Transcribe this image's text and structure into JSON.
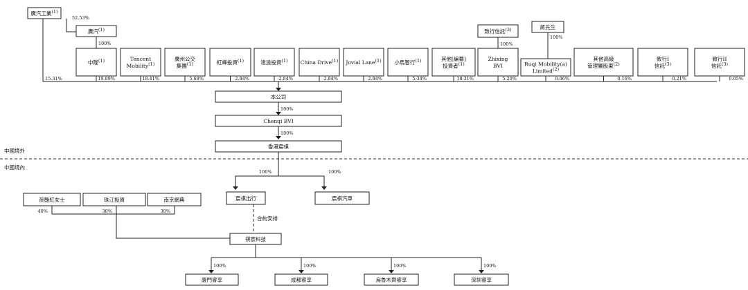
{
  "shareholders": {
    "gac_industrial": "廣汽工業",
    "gac_industrial_note": "(1)",
    "gac": "廣汽",
    "gac_note": "(1)",
    "jiang": "蔣先生",
    "zhixing_trust_parent": "致行信託",
    "zhixing_trust_parent_note": "(3)"
  },
  "top_percents": {
    "gac_industrial_to_gac": "52.53%",
    "gac_to_zhonglong": "100%",
    "trust_to_zhixing_bvi": "100%",
    "jiang_to_ruqi": "100%"
  },
  "row_entities": [
    {
      "key": "zhonglong",
      "line1": "中隆",
      "note": "(1)",
      "percent": "19.89%"
    },
    {
      "key": "tencent",
      "line1": "Tencent",
      "line2": "Mobility",
      "note": "(1)",
      "percent": "18.41%"
    },
    {
      "key": "gz_transport",
      "line1": "廣州公交",
      "line2": "集團",
      "note": "(1)",
      "percent": "5.68%"
    },
    {
      "key": "hongfeng",
      "line1": "紅峰投資",
      "note": "(1)",
      "percent": "2.84%"
    },
    {
      "key": "dayuan",
      "line1": "達遠投資",
      "note": "(1)",
      "percent": "2.84%"
    },
    {
      "key": "china_drive",
      "line1": "China Drive",
      "note": "(1)",
      "percent": "2.84%"
    },
    {
      "key": "jovial_lane",
      "line1": "Jovial Lane",
      "note": "(1)",
      "percent": "2.84%"
    },
    {
      "key": "xiaoma",
      "line1": "小馬智行",
      "note": "(1)",
      "percent": "5.34%"
    },
    {
      "key": "other_pre_ipo",
      "line1": "其他[編纂]",
      "line2": "投資者",
      "note": "(1)",
      "percent": "18.31%"
    },
    {
      "key": "zhixing_bvi",
      "line1": "Zhixing",
      "line2": "BVI",
      "percent": "5.20%"
    },
    {
      "key": "ruqi_a",
      "line1": "Ruqi Mobility(a)",
      "line2": "Limited",
      "note": "(2)",
      "percent": "0.06%"
    },
    {
      "key": "senior_mgmt",
      "line1": "其他高級",
      "line2": "管理層股東",
      "note": "(2)",
      "percent": "0.16%"
    },
    {
      "key": "zhixing_i",
      "line1": "致行I",
      "line2": "信託",
      "note": "(3)",
      "percent": "0.21%"
    },
    {
      "key": "zhixing_ii",
      "line1": "致行II",
      "line2": "信託",
      "note": "(3)",
      "percent": "0.05%"
    }
  ],
  "gac_industrial_direct_percent": "15.31%",
  "company": "本公司",
  "company_to_bvi_percent": "100%",
  "chenqi_bvi": "Chenqi BVI",
  "bvi_to_hk_percent": "100%",
  "hk_chenqi": "香港宸祺",
  "region_outside": "中國境外",
  "region_inside": "中國境內",
  "subs": {
    "chenqi_mobility": "宸祺出行",
    "chenqi_mobility_percent": "100%",
    "chenqi_auto": "宸祺汽車",
    "chenqi_auto_percent": "100%"
  },
  "vie_holders": [
    {
      "name": "孫艷紅女士",
      "percent": "40%"
    },
    {
      "name": "珠江投資",
      "percent": "30%"
    },
    {
      "name": "南京網典",
      "percent": "30%"
    }
  ],
  "contractual": "合約安排",
  "vie_entity": "祺宸科技",
  "branches": [
    {
      "name": "廈門睿享",
      "percent": "100%"
    },
    {
      "name": "成都睿享",
      "percent": "100%"
    },
    {
      "name": "烏魯木齊睿享",
      "percent": "100%"
    },
    {
      "name": "深圳睿享",
      "percent": "100%"
    }
  ]
}
